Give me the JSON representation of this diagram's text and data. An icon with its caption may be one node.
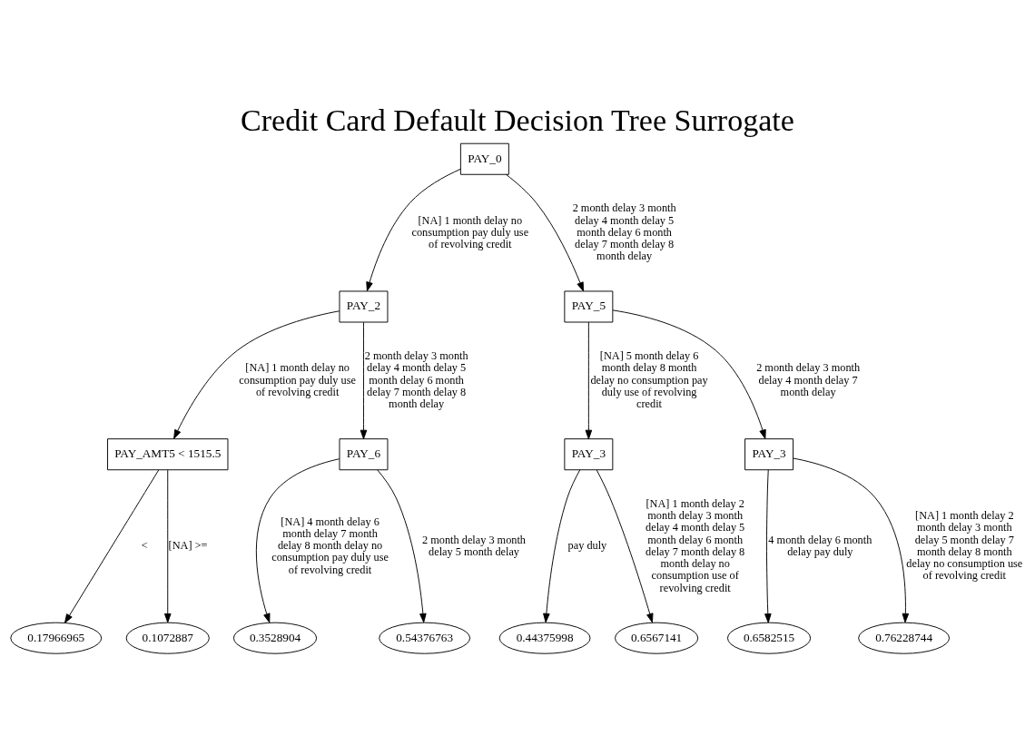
{
  "diagram": {
    "title": "Credit Card Default Decision Tree Surrogate",
    "nodes": [
      {
        "text": [
          "PAY_0"
        ]
      },
      {
        "text": [
          "PAY_2"
        ]
      },
      {
        "text": [
          "PAY_5"
        ]
      },
      {
        "text": [
          "PAY_AMT5 < 1515.5"
        ]
      },
      {
        "text": [
          "PAY_6"
        ]
      },
      {
        "text": [
          "PAY_3"
        ]
      },
      {
        "text": [
          "PAY_3"
        ]
      },
      {
        "text": [
          "0.17966965"
        ]
      },
      {
        "text": [
          "0.1072887"
        ]
      },
      {
        "text": [
          "0.3528904"
        ]
      },
      {
        "text": [
          "0.54376763"
        ]
      },
      {
        "text": [
          "0.44375998"
        ]
      },
      {
        "text": [
          "0.6567141"
        ]
      },
      {
        "text": [
          "0.6582515"
        ]
      },
      {
        "text": [
          "0.76228744"
        ]
      }
    ],
    "edges": [
      {
        "from": 0,
        "to": 1,
        "arrow": "to",
        "label": "[NA] 1 month delay no consumption pay duly use of revolving credit"
      },
      {
        "from": 0,
        "to": 2,
        "arrow": "to",
        "label": "2 month delay 3 month delay 4 month delay 5 month delay 6 month delay 7 month delay 8 month delay"
      },
      {
        "from": 1,
        "to": 3,
        "arrow": "to",
        "label": "[NA] 1 month delay no consumption pay duly use of revolving credit"
      },
      {
        "from": 1,
        "to": 4,
        "arrow": "to",
        "label": "2 month delay 3 month delay 4 month delay 5 month delay 6 month delay 7 month delay 8 month delay"
      },
      {
        "from": 2,
        "to": 5,
        "arrow": "to",
        "label": "[NA] 5 month delay 6 month delay 8 month delay no consumption pay duly use of revolving credit"
      },
      {
        "from": 2,
        "to": 6,
        "arrow": "to",
        "label": "2 month delay 3 month delay 4 month delay 7 month delay"
      },
      {
        "from": 3,
        "to": 7,
        "arrow": "to",
        "label": "<"
      },
      {
        "from": 3,
        "to": 8,
        "arrow": "to",
        "label": "[NA] >="
      },
      {
        "from": 4,
        "to": 9,
        "arrow": "to",
        "label": "[NA] 4 month delay 6 month delay 7 month delay 8 month delay no consumption pay duly use of revolving credit"
      },
      {
        "from": 4,
        "to": 10,
        "arrow": "to",
        "label": "2 month delay 3 month delay 5 month delay"
      },
      {
        "from": 5,
        "to": 11,
        "arrow": "to",
        "label": "pay duly"
      },
      {
        "from": 5,
        "to": 12,
        "arrow": "to",
        "label": "[NA] 1 month delay 2 month delay 3 month delay 4 month delay 5 month delay 6 month delay 7 month delay 8 month delay no consumption use of revolving credit"
      },
      {
        "from": 6,
        "to": 13,
        "arrow": "to",
        "label": "4 month delay 6 month delay pay duly"
      },
      {
        "from": 6,
        "to": 14,
        "arrow": "to",
        "label": "[NA] 1 month delay 2 month delay 3 month delay 5 month delay 7 month delay 8 month delay no consumption use of revolving credit"
      }
    ]
  }
}
